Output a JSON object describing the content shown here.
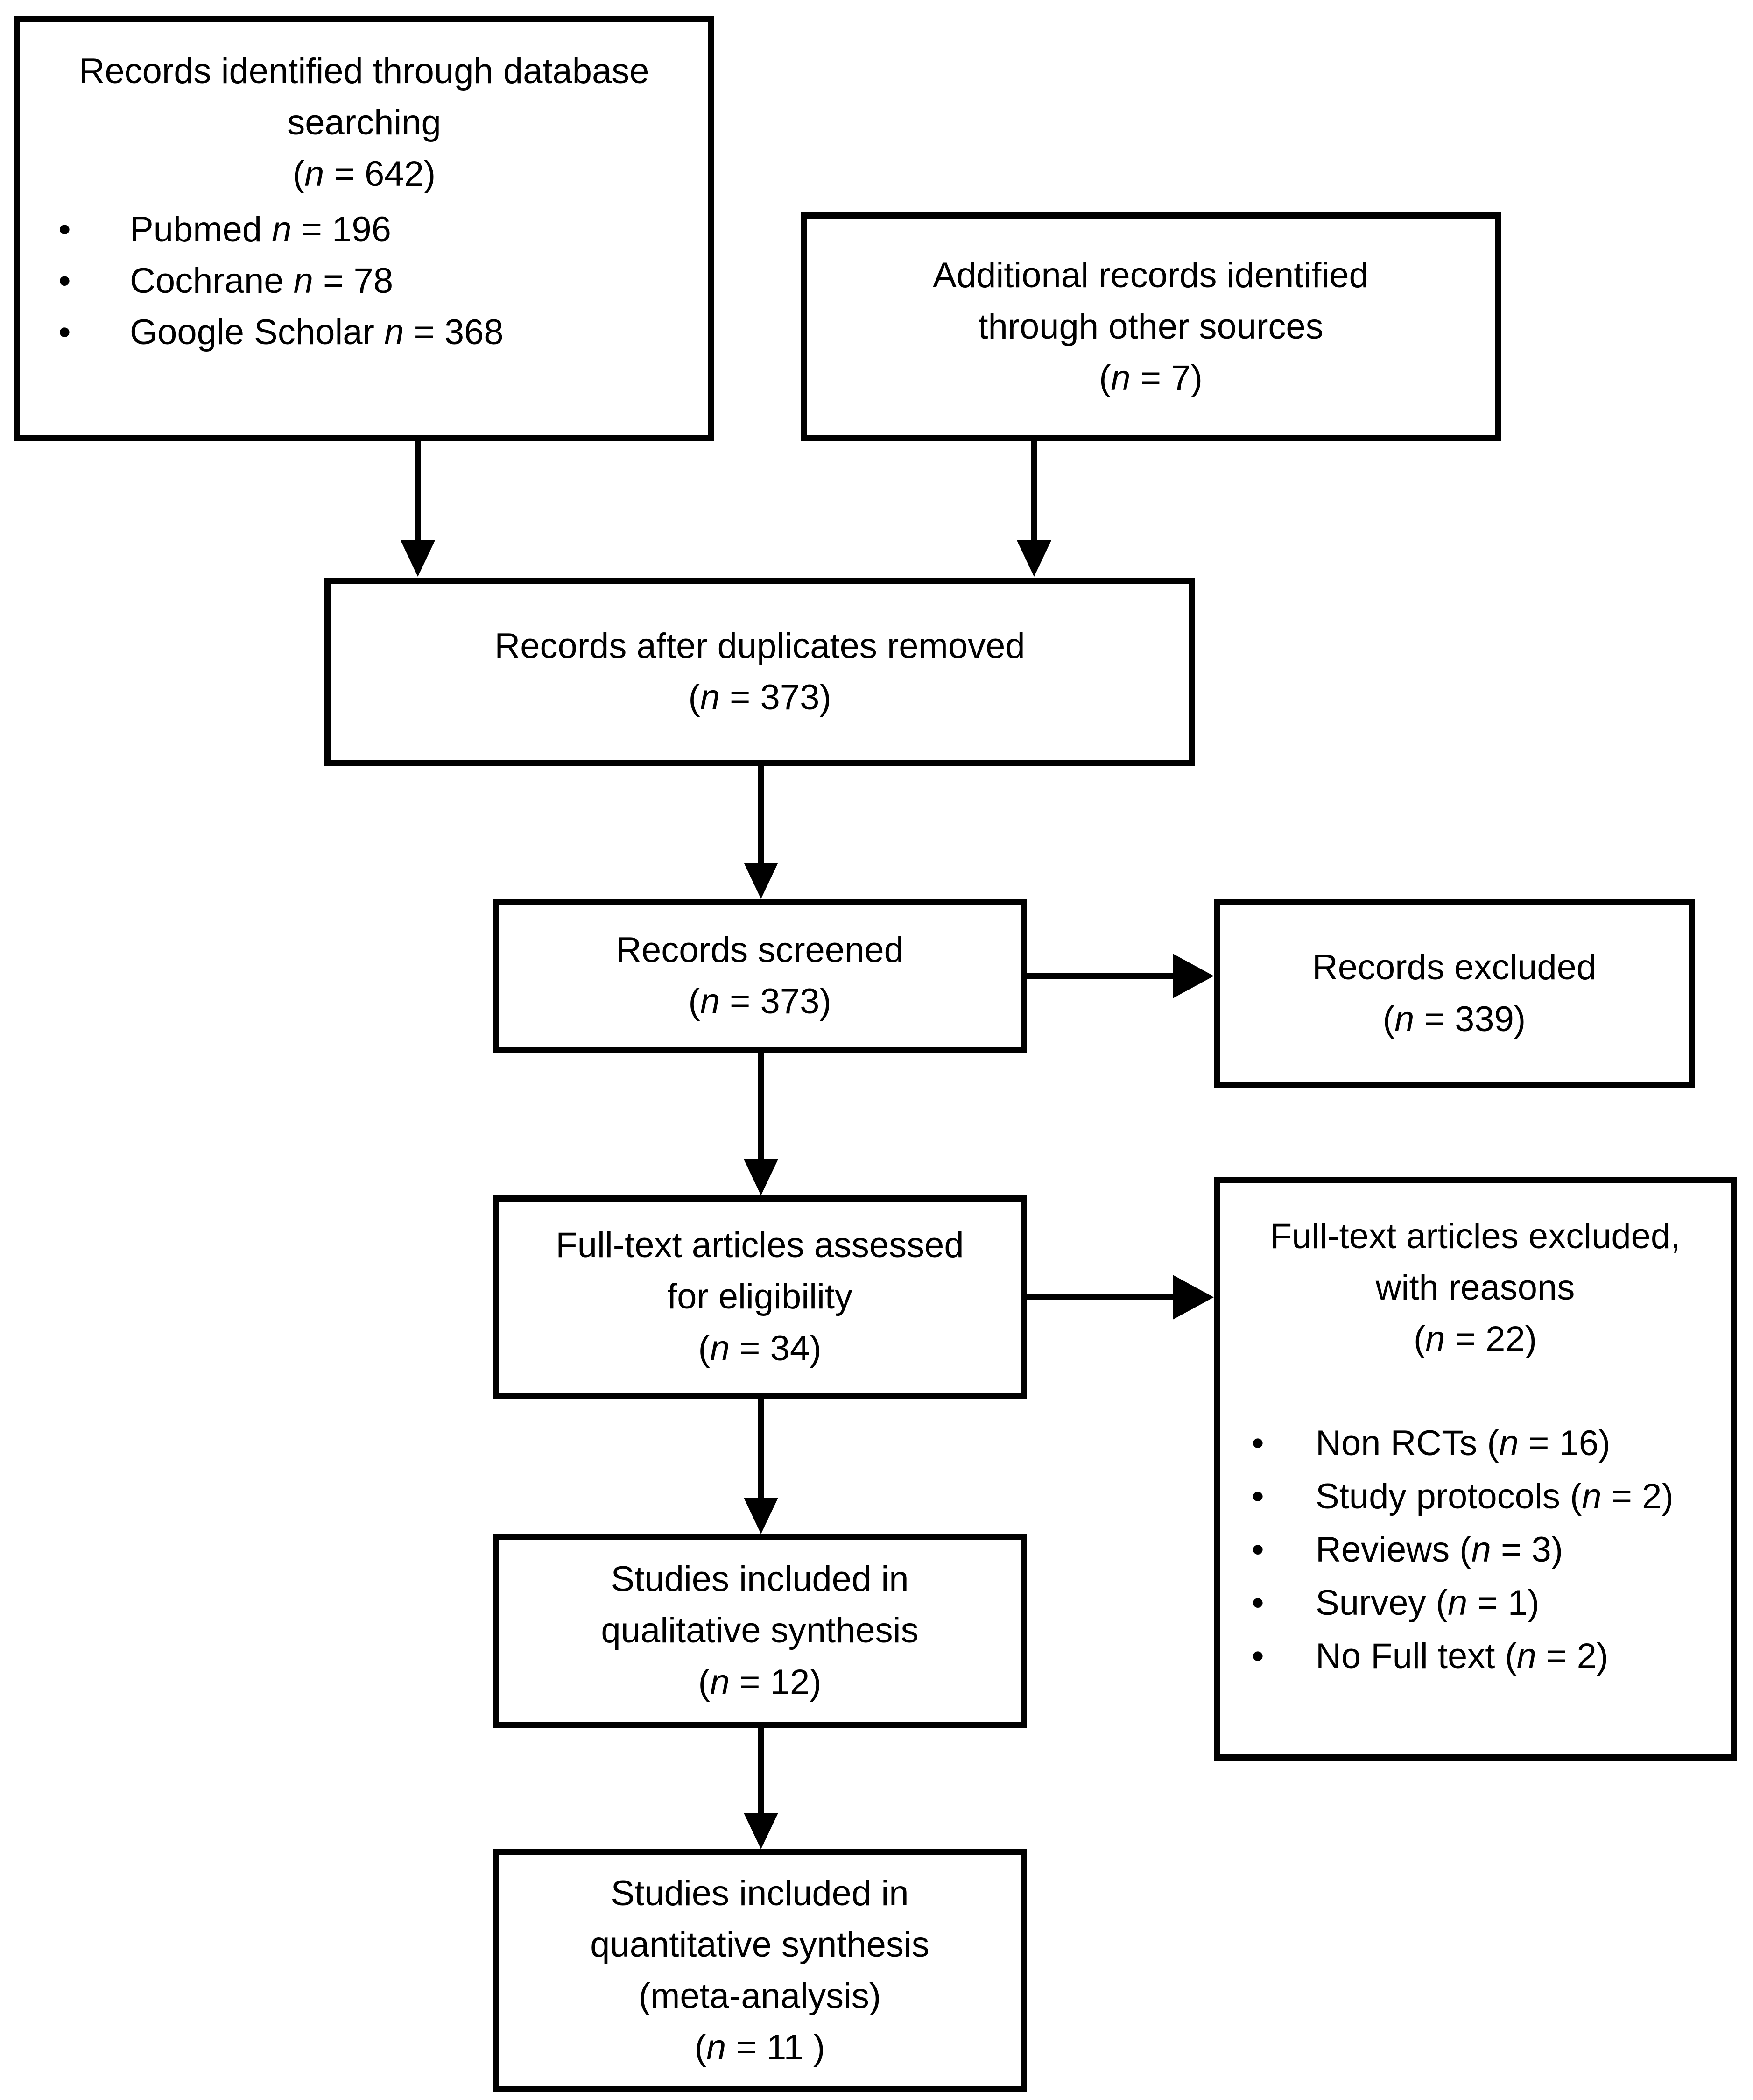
{
  "diagram": {
    "boxes": {
      "identification": {
        "lines": [
          "Records identified through database",
          "searching",
          "(n = 642)"
        ],
        "bullets": [
          "Pubmed n = 196",
          "Cochrane n = 78",
          "Google Scholar n = 368"
        ]
      },
      "additional": {
        "lines": [
          "Additional records identified",
          "through other sources",
          "(n = 7)"
        ]
      },
      "deduplicated": {
        "lines": [
          "Records after duplicates removed",
          "(n = 373)"
        ]
      },
      "screened": {
        "lines": [
          "Records screened",
          "(n = 373)"
        ]
      },
      "records_excluded": {
        "lines": [
          "Records excluded",
          "(n = 339)"
        ]
      },
      "fulltext_assessed": {
        "lines": [
          "Full-text articles assessed",
          "for eligibility",
          "(n = 34)"
        ]
      },
      "fulltext_excluded": {
        "lines": [
          "Full-text articles excluded,",
          "with reasons",
          "(n = 22)"
        ],
        "bullets": [
          "Non RCTs (n = 16)",
          "Study protocols (n = 2)",
          "Reviews (n = 3)",
          "Survey (n = 1)",
          "No Full text (n = 2)"
        ]
      },
      "qualitative": {
        "lines": [
          "Studies included in",
          "qualitative synthesis",
          "(n = 12)"
        ]
      },
      "quantitative": {
        "lines": [
          "Studies included in",
          "quantitative synthesis",
          "(meta-analysis)",
          "(n = 11 )"
        ]
      }
    }
  }
}
